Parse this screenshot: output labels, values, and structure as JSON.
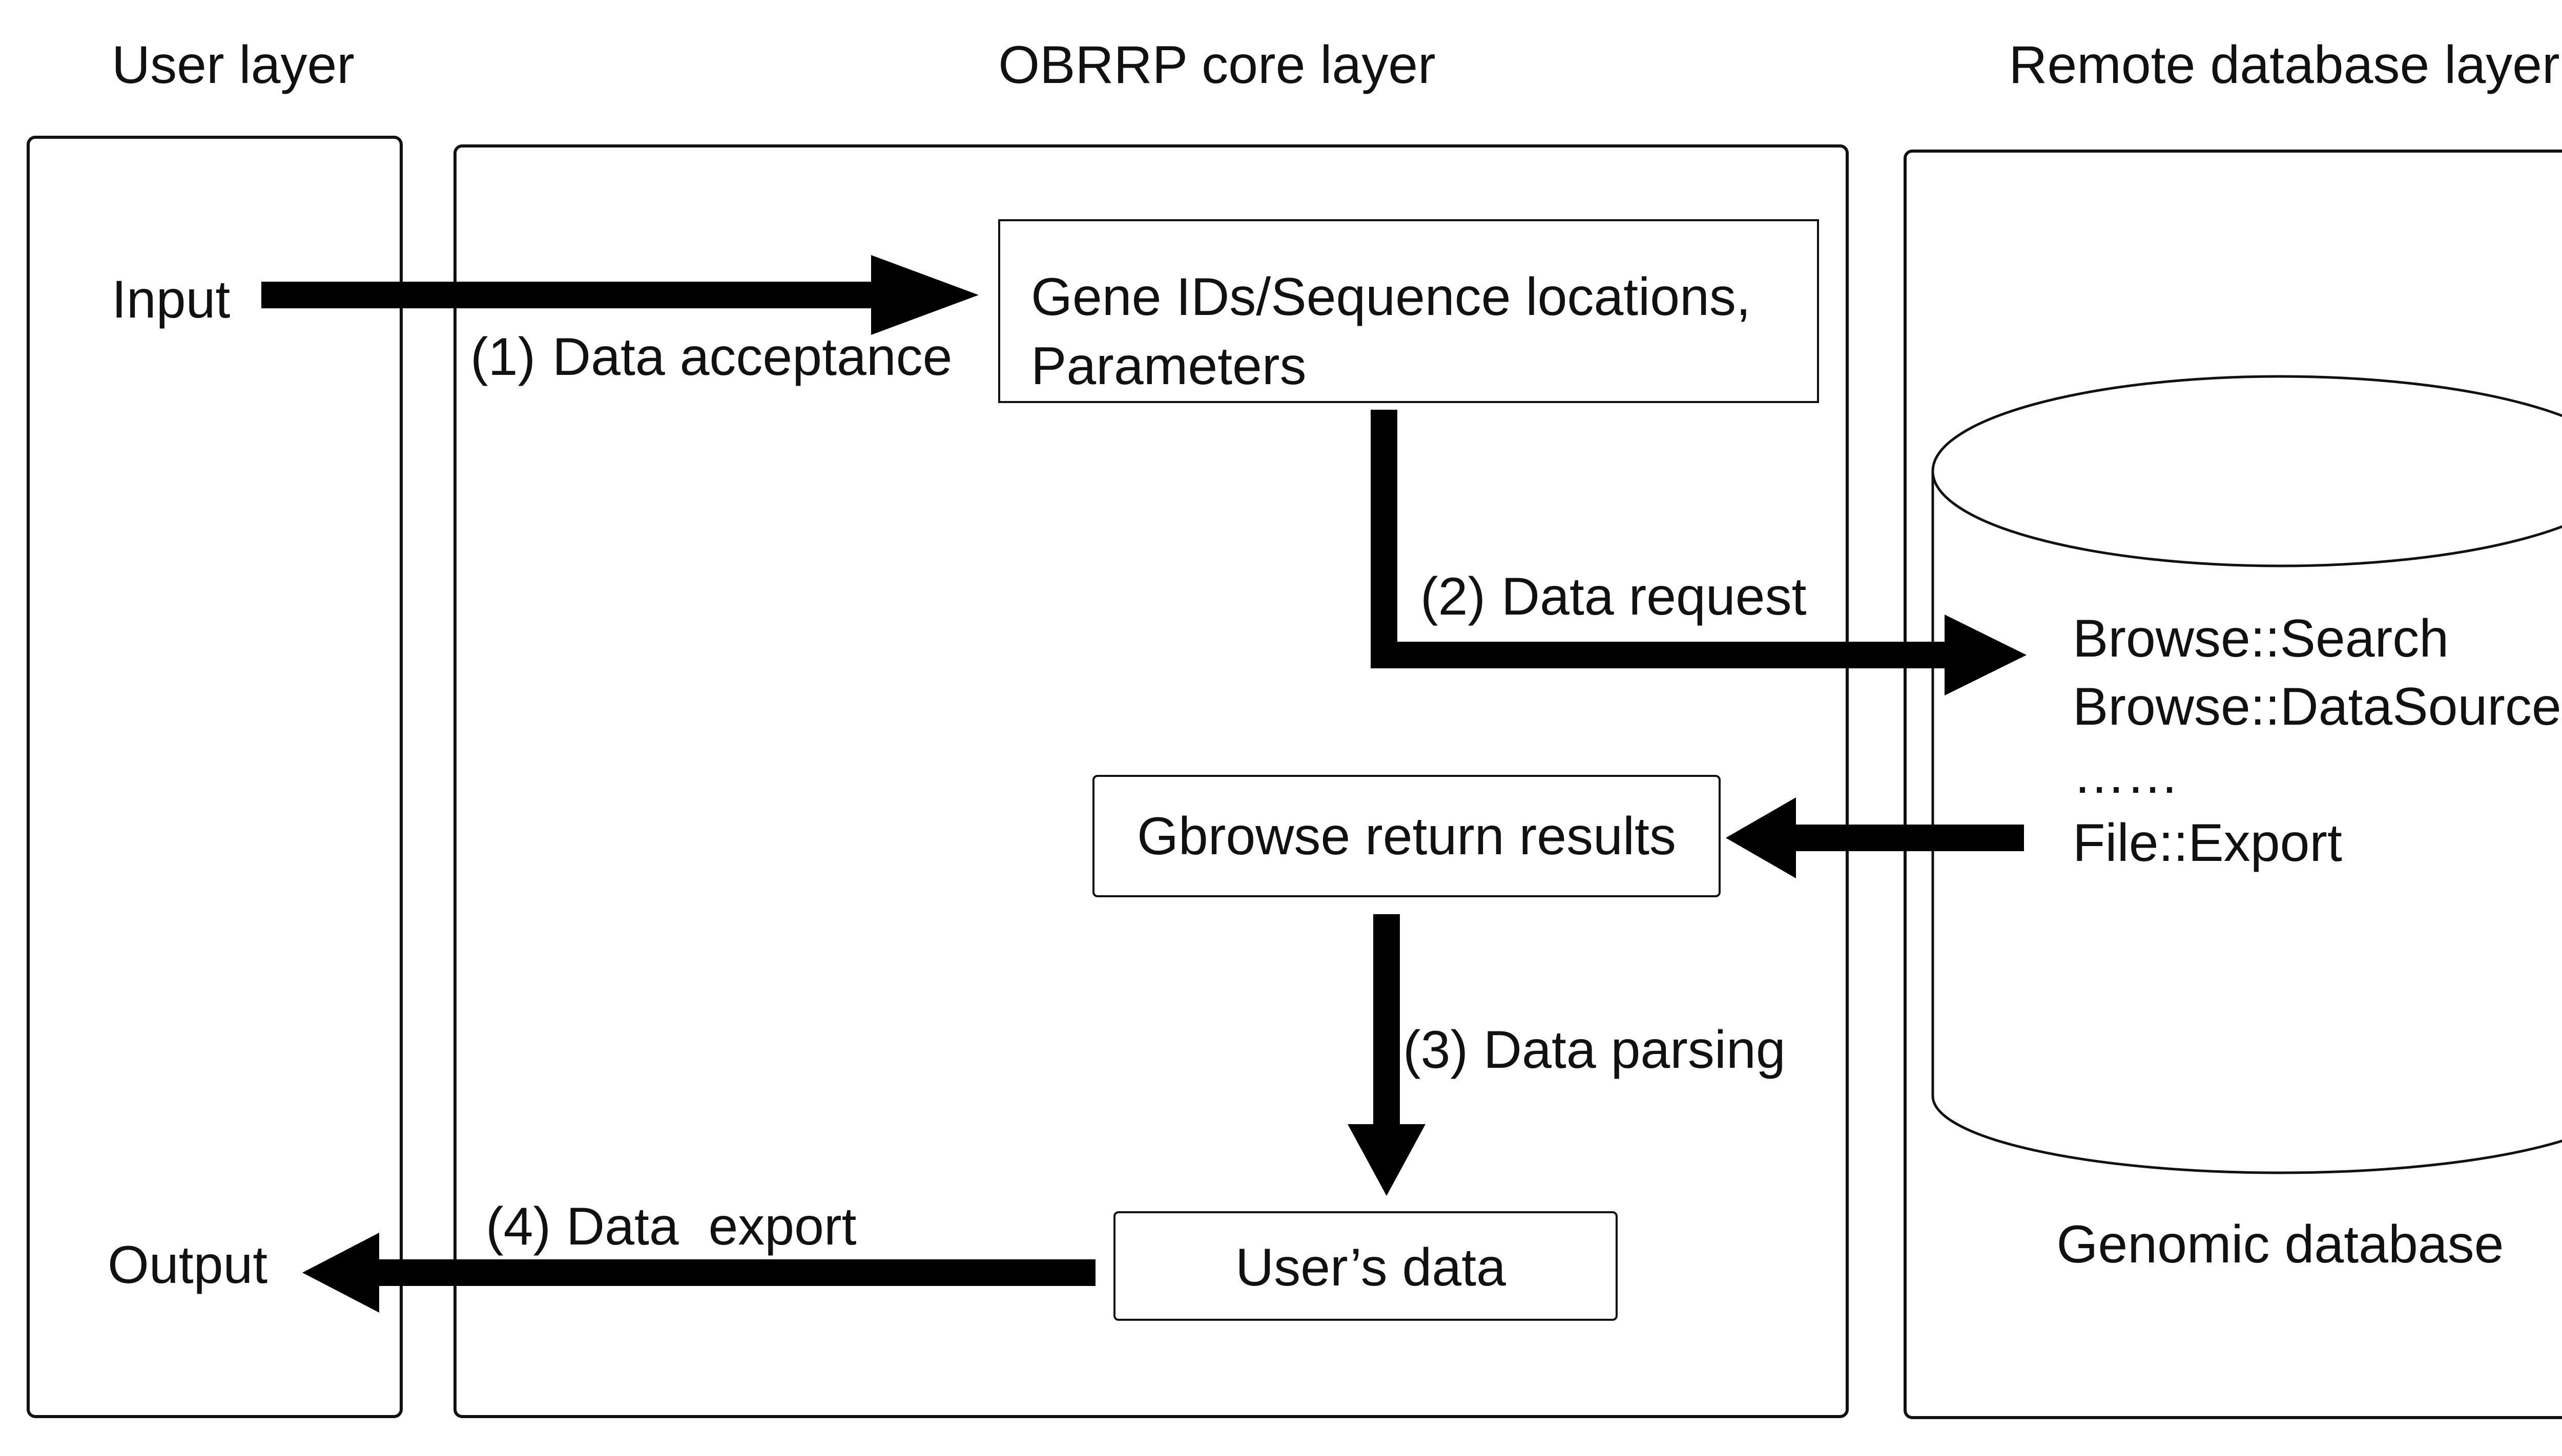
{
  "layers": {
    "user": {
      "title": "User layer"
    },
    "core": {
      "title": "OBRRP core layer"
    },
    "remote": {
      "title": "Remote database layer"
    }
  },
  "io": {
    "input": "Input",
    "output": "Output"
  },
  "boxes": {
    "params_line1": "Gene IDs/Sequence locations,",
    "params_line2": "Parameters",
    "gbrowse_results": "Gbrowse return results",
    "users_data": "User’s data"
  },
  "steps": {
    "s1": {
      "num": "(1)",
      "label": "Data acceptance"
    },
    "s2": {
      "num": "(2)",
      "label": "Data request"
    },
    "s3": {
      "num": "(3)",
      "label": "Data parsing"
    },
    "s4": {
      "num": "(4)",
      "label": "Data  export"
    }
  },
  "database": {
    "methods": [
      "Browse::Search",
      "Browse::DataSource",
      "……",
      "File::Export"
    ],
    "caption": "Genomic database"
  },
  "colors": {
    "stroke": "#111111",
    "arrow": "#000000",
    "background": "#ffffff"
  }
}
